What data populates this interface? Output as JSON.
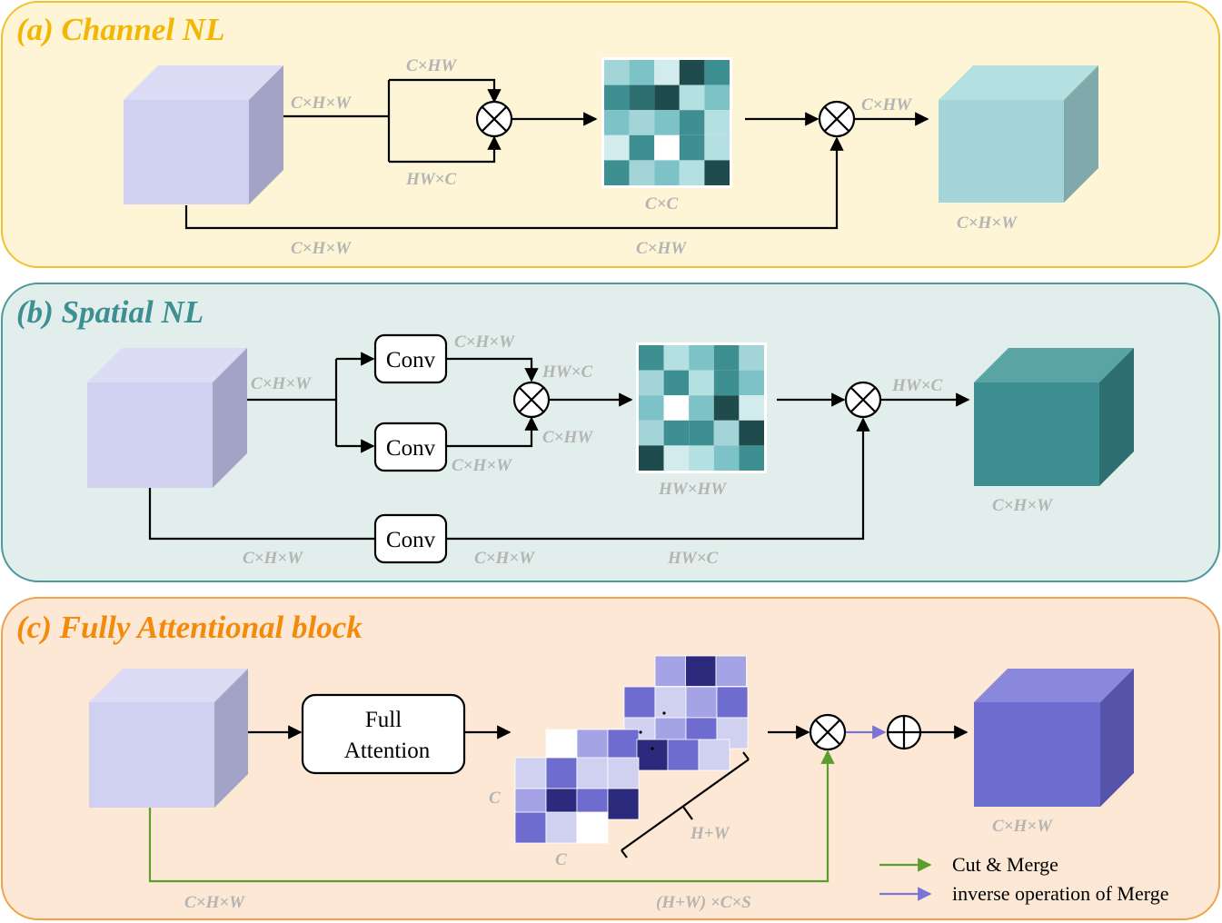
{
  "panels": {
    "channel": {
      "title": "(a) Channel NL",
      "title_color": "#f2b705",
      "bg": "#fdf5d6",
      "border": "#f2c12e"
    },
    "spatial": {
      "title": "(b) Spatial NL",
      "title_color": "#3d8f92",
      "bg": "#e1eeec",
      "border": "#4a9a9c"
    },
    "fa": {
      "title": "(c) Fully Attentional block",
      "title_color": "#f28a0c",
      "bg": "#fde8d6",
      "border": "#f0a14a"
    }
  },
  "labels": {
    "a_in": "C×H×W",
    "a_top": "C×HW",
    "a_bot": "HW×C",
    "a_mat": "C×C",
    "a_out_arrow": "C×HW",
    "a_out": "C×H×W",
    "a_skip_left": "C×H×W",
    "a_skip_right": "C×HW",
    "b_in": "C×H×W",
    "b_conv1_out": "C×H×W",
    "b_mul_top": "HW×C",
    "b_mul_bot": "C×HW",
    "b_conv2_out": "C×H×W",
    "b_mat": "HW×HW",
    "b_out_arrow": "HW×C",
    "b_out": "C×H×W",
    "b_skip_left": "C×H×W",
    "b_skip_mid": "C×H×W",
    "b_skip_right": "HW×C",
    "c_c_side": "C",
    "c_c_bottom": "C",
    "c_hw": "H+W",
    "c_out": "C×H×W",
    "c_skip_left": "C×H×W",
    "c_skip_right": "(H+W) ×C×S"
  },
  "boxes": {
    "conv": "Conv",
    "full_attention_line1": "Full",
    "full_attention_line2": "Attention"
  },
  "legend": {
    "cut_merge": "Cut & Merge",
    "cut_merge_color": "#5a9e2c",
    "inverse": "inverse operation of Merge",
    "inverse_color": "#7b74d6"
  },
  "colors": {
    "cube_in_front": "#d0d0f0",
    "cube_in_top": "#dcdcf6",
    "cube_in_side": "#a3a3c5",
    "cube_a_out_front": "#a3d5d8",
    "cube_a_out_top": "#b5e0e2",
    "cube_a_out_side": "#7fa9ab",
    "cube_b_out_front": "#3d8f92",
    "cube_b_out_top": "#5aa4a6",
    "cube_b_out_side": "#2d6e71",
    "cube_c_out_front": "#6e6ccf",
    "cube_c_out_top": "#8a88dc",
    "cube_c_out_side": "#5554a8"
  },
  "matrices": {
    "a": [
      [
        "#a3d5d8",
        "#7cc2c6",
        "#d2ecee",
        "#1f4b4d",
        "#3d8f92"
      ],
      [
        "#3d8f92",
        "#2d6e71",
        "#1f4b4d",
        "#b5e0e2",
        "#7cc2c6"
      ],
      [
        "#7cc2c6",
        "#a3d5d8",
        "#7cc2c6",
        "#3d8f92",
        "#b5e0e2"
      ],
      [
        "#d2ecee",
        "#3d8f92",
        "#ffffff",
        "#3d8f92",
        "#b5e0e2"
      ],
      [
        "#3d8f92",
        "#a3d5d8",
        "#7cc2c6",
        "#b5e0e2",
        "#1f4b4d"
      ]
    ],
    "b": [
      [
        "#3d8f92",
        "#b5e0e2",
        "#7cc2c6",
        "#3d8f92",
        "#a3d5d8"
      ],
      [
        "#a3d5d8",
        "#3d8f92",
        "#b5e0e2",
        "#3d8f92",
        "#7cc2c6"
      ],
      [
        "#7cc2c6",
        "#ffffff",
        "#7cc2c6",
        "#1f4b4d",
        "#d2ecee"
      ],
      [
        "#a3d5d8",
        "#3d8f92",
        "#3d8f92",
        "#a3d5d8",
        "#1f4b4d"
      ],
      [
        "#1f4b4d",
        "#d2ecee",
        "#b5e0e2",
        "#7cc2c6",
        "#3d8f92"
      ]
    ],
    "c_back": [
      [
        "#a3a3e6",
        "#2b2a7c",
        "#a3a3e6"
      ],
      [
        "#6e6ccf",
        "#d0d0f0",
        "#a3a3e6",
        "#6e6ccf"
      ],
      [
        "#d0d0f0",
        "#a3a3e6",
        "#6e6ccf",
        "#d0d0f0"
      ]
    ],
    "c_mid": [
      [
        "#ffffff",
        "#a3a3e6",
        "#6e6ccf"
      ],
      [
        "#2b2a7c",
        "#6e6ccf",
        "#d0d0f0"
      ]
    ],
    "c_front": [
      [
        "#d0d0f0",
        "#6e6ccf",
        "#d0d0f0",
        "#d0d0f0"
      ],
      [
        "#a3a3e6",
        "#2b2a7c",
        "#6e6ccf",
        "#2b2a7c"
      ],
      [
        "#6e6ccf",
        "#d0d0f0",
        "#ffffff"
      ]
    ]
  }
}
